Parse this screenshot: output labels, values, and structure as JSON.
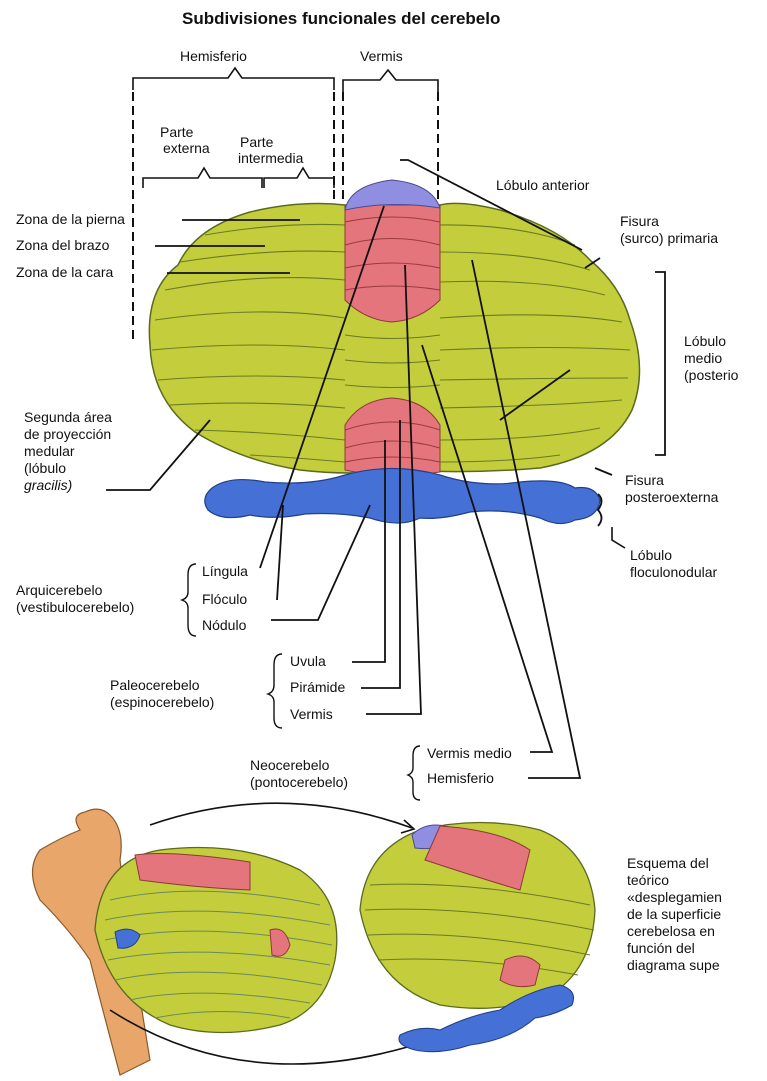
{
  "title": "Subdivisiones funcionales del cerebelo",
  "labels": {
    "hemisferio": "Hemisferio",
    "vermis": "Vermis",
    "parte_externa_1": "Parte",
    "parte_externa_2": "externa",
    "parte_intermedia_1": "Parte",
    "parte_intermedia_2": "intermedia",
    "lobulo_anterior": "Lóbulo anterior",
    "zona_pierna": "Zona de la pierna",
    "zona_brazo": "Zona del brazo",
    "zona_cara": "Zona de la cara",
    "fisura_primaria_1": "Fisura",
    "fisura_primaria_2": "(surco) primaria",
    "lobulo_medio_1": "Lóbulo",
    "lobulo_medio_2": "medio",
    "lobulo_medio_3": "(posterio",
    "segunda_area_1": "Segunda área",
    "segunda_area_2": "de proyección",
    "segunda_area_3": "medular",
    "segunda_area_4": "(lóbulo",
    "segunda_area_5": "gracilis)",
    "fisura_postero_1": "Fisura",
    "fisura_postero_2": "posteroexterna",
    "lobulo_floculo_1": "Lóbulo",
    "lobulo_floculo_2": "floculonodular",
    "arqui_1": "Arquicerebelo",
    "arqui_2": "(vestibulocerebelo)",
    "lingula": "Língula",
    "floculo": "Flóculo",
    "nodulo": "Nódulo",
    "paleo_1": "Paleocerebelo",
    "paleo_2": "(espinocerebelo)",
    "uvula": "Uvula",
    "piramide": "Pirámide",
    "vermis_paleo": "Vermis",
    "neo_1": "Neocerebelo",
    "neo_2": "(pontocerebelo)",
    "vermis_medio": "Vermis medio",
    "hemisferio_neo": "Hemisferio",
    "esquema_1": "Esquema del",
    "esquema_2": "teórico",
    "esquema_3": "«desplegamien",
    "esquema_4": "de la superficie",
    "esquema_5": "cerebelosa en",
    "esquema_6": "función del",
    "esquema_7": "diagrama supe"
  },
  "colors": {
    "hemisphere": "#c4cd3c",
    "vermis": "#e5757c",
    "floculonodular": "#4570d6",
    "lingula": "#8f8ee0",
    "brainstem": "#e8a66a",
    "outline": "#5a6a20"
  }
}
